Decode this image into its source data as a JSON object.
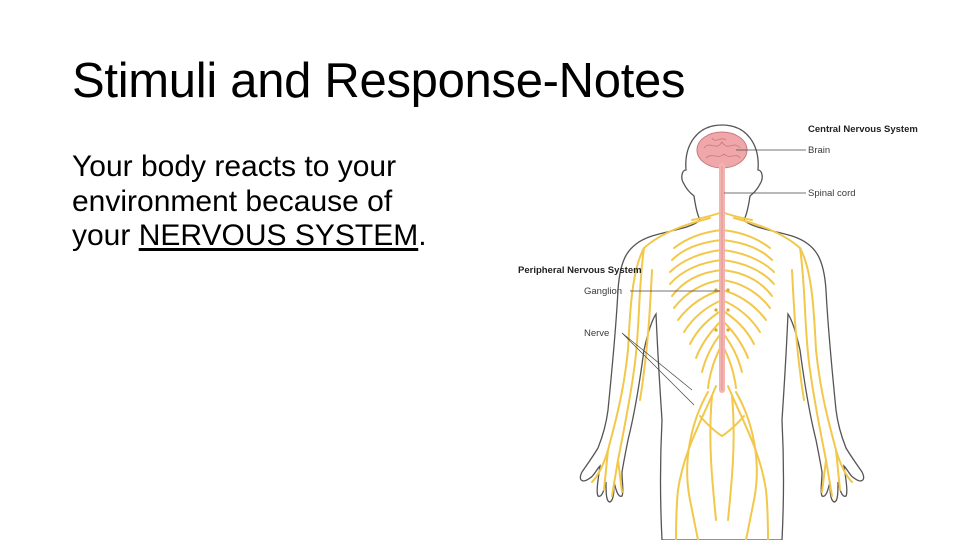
{
  "slide": {
    "title": "Stimuli and Response-Notes",
    "body": {
      "line1": "Your body reacts to your",
      "line2": "environment because of",
      "line3_pre": "your ",
      "line3_emphasis": "NERVOUS SYSTEM",
      "line3_post": "."
    }
  },
  "figure": {
    "labels": {
      "cns": "Central Nervous System",
      "brain": "Brain",
      "spinal_cord": "Spinal cord",
      "pns": "Peripheral Nervous System",
      "ganglion": "Ganglion",
      "nerve": "Nerve"
    },
    "colors": {
      "nerve": "#f2c84b",
      "nerve_dark": "#e0a920",
      "brain": "#f0a7aa",
      "spinal_cord": "#f3b4b0",
      "outline": "#555555"
    }
  }
}
